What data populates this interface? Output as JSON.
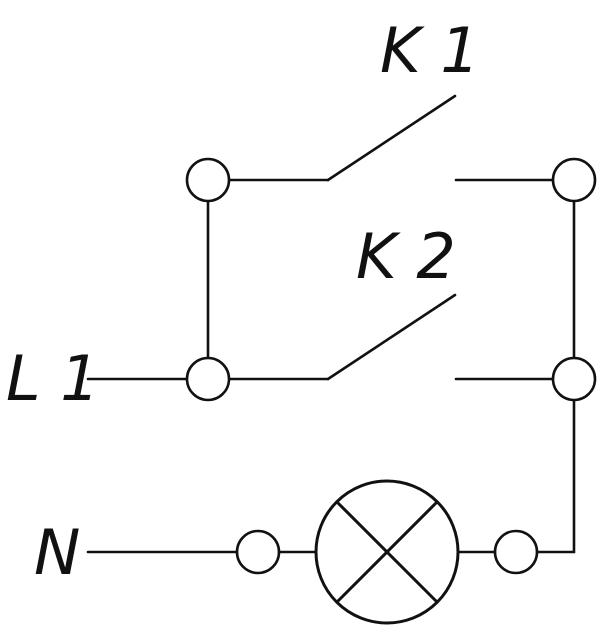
{
  "labels": {
    "switch_1": "K 1",
    "switch_2": "K 2",
    "line": "L 1",
    "neutral": "N"
  },
  "colors": {
    "line": "#111111",
    "background": "#ffffff"
  },
  "icons": {
    "lamp": "lamp-cross-icon",
    "terminal": "terminal-circle-icon"
  }
}
